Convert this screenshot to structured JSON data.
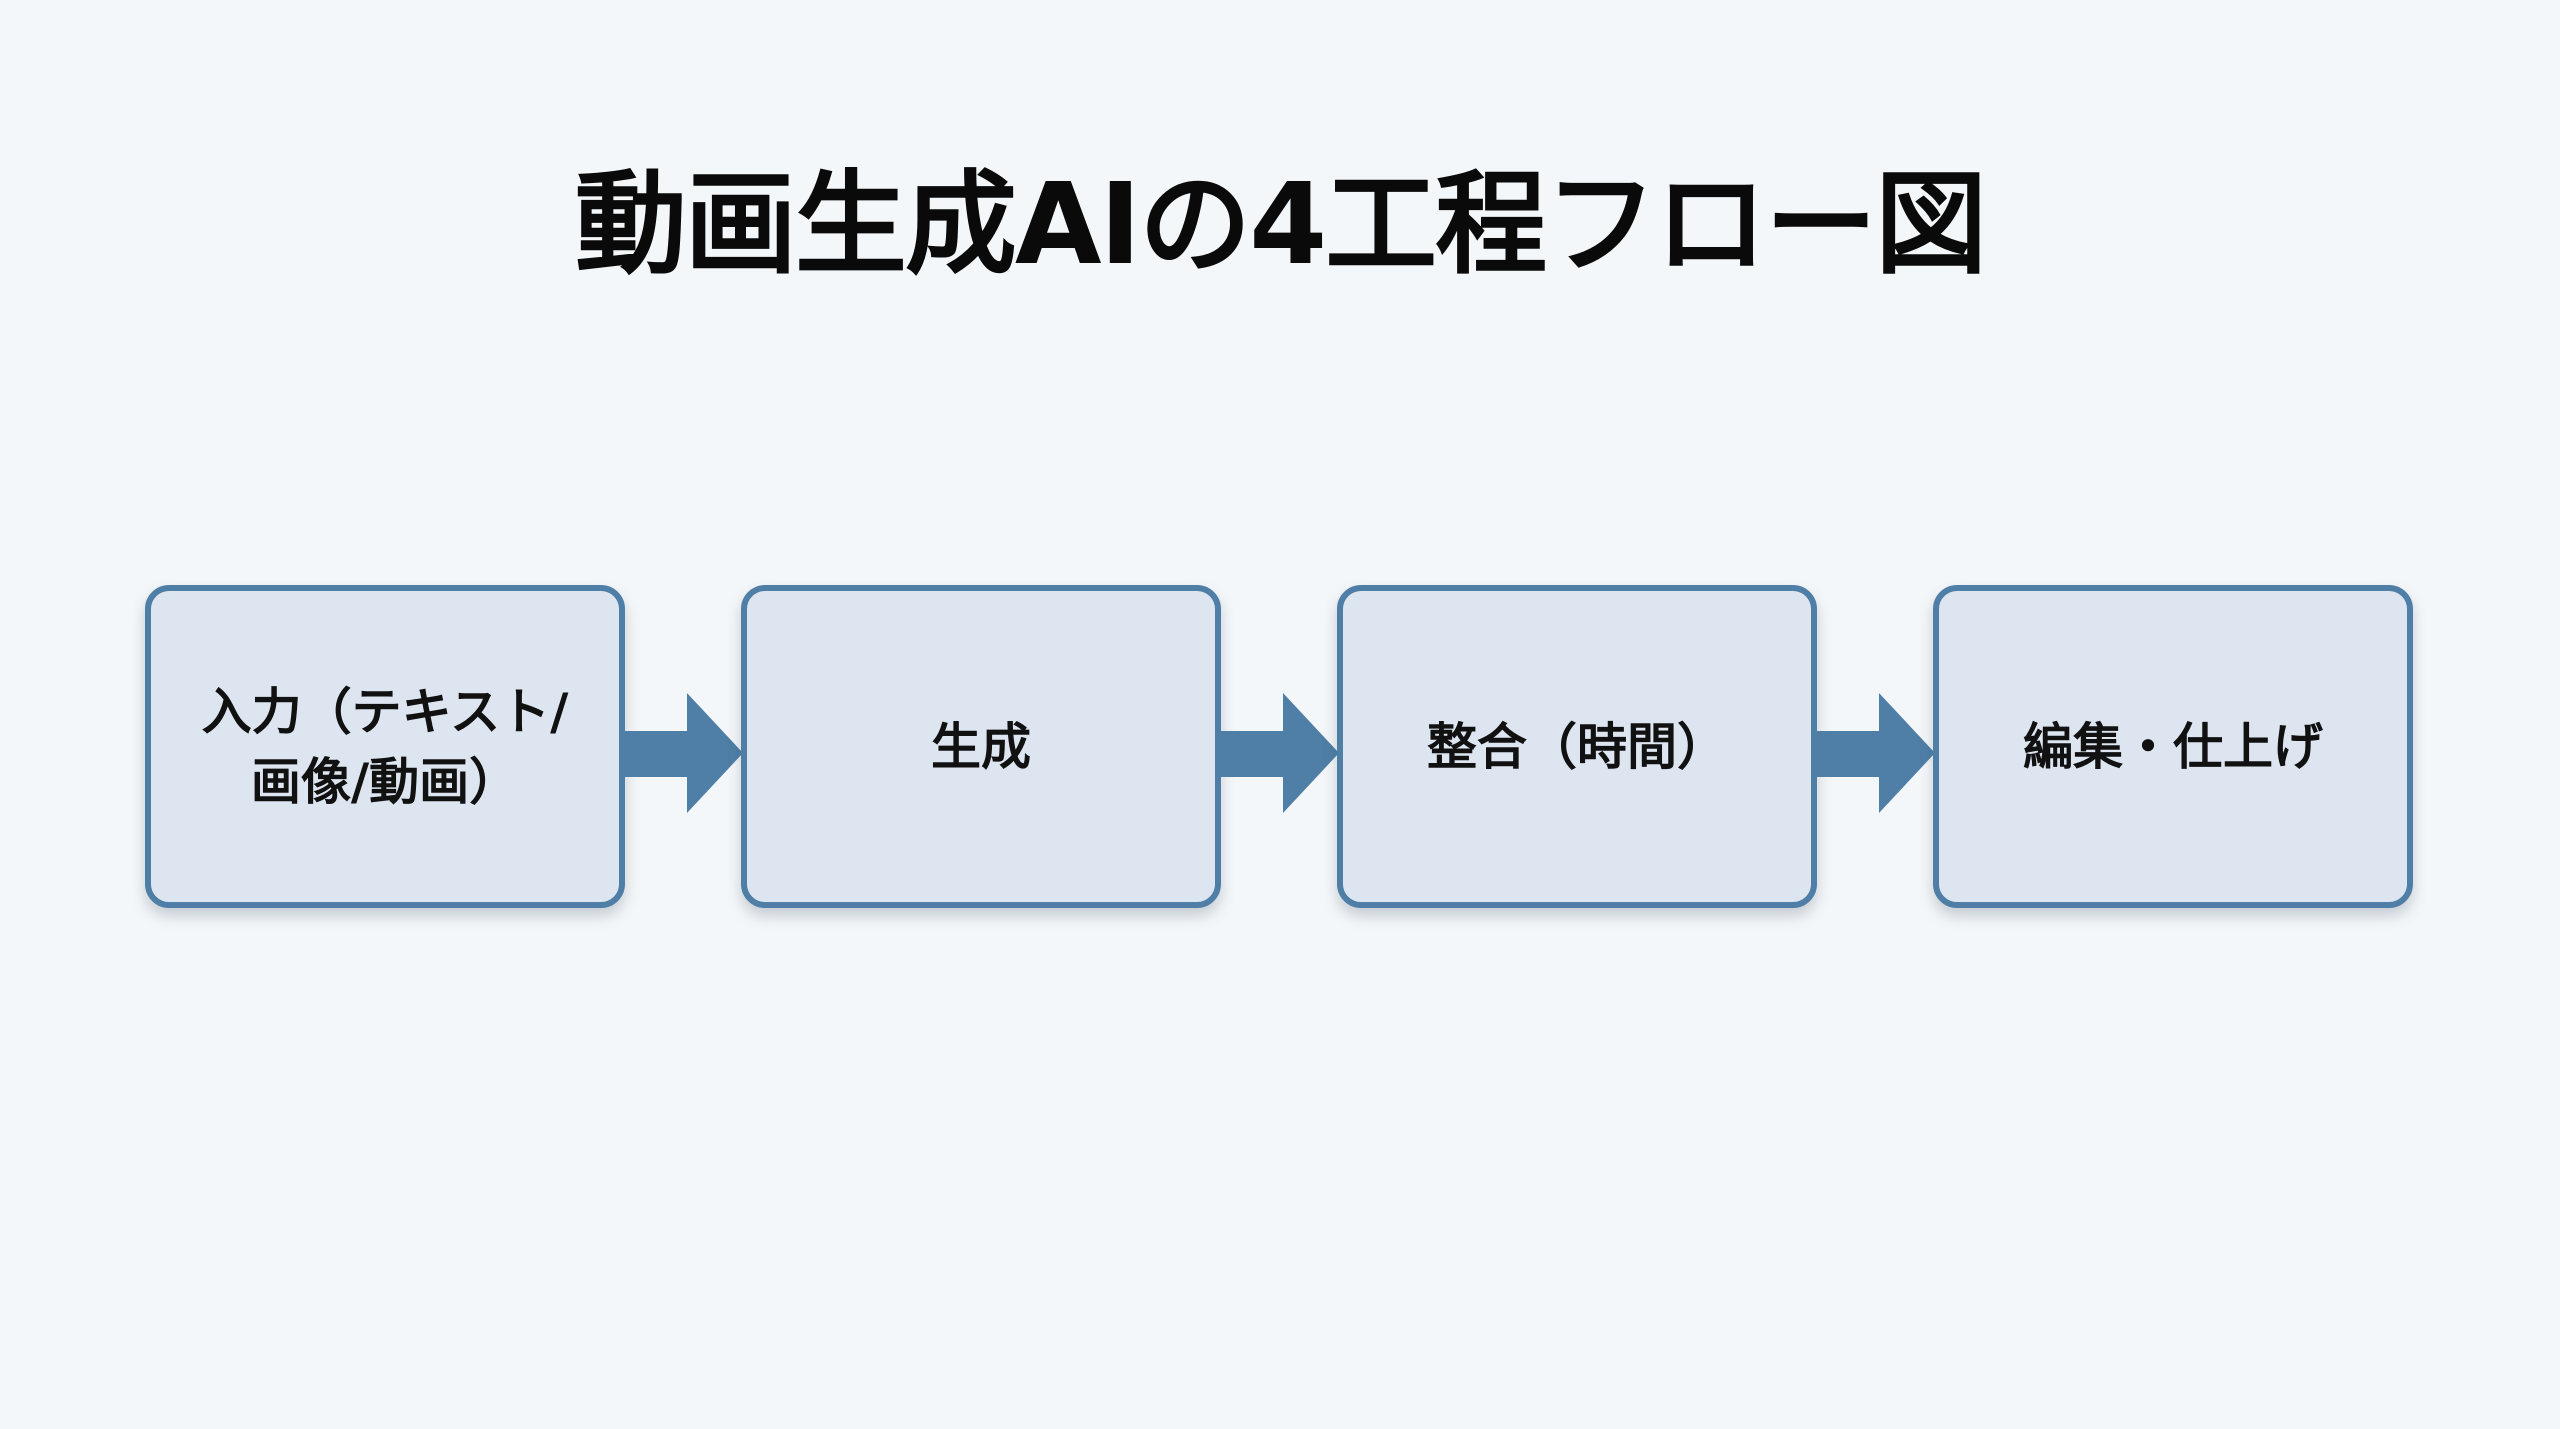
{
  "title": "動画生成AIの4工程フロー図",
  "colors": {
    "background": "#f4f7f9",
    "box_fill": "#dde6f0",
    "box_border": "#4f7ea6",
    "arrow": "#4f7ea6",
    "text": "#111111"
  },
  "steps": [
    {
      "label": "入力（テキスト/\n画像/動画）"
    },
    {
      "label": "生成"
    },
    {
      "label": "整合（時間）"
    },
    {
      "label": "編集・仕上げ"
    }
  ],
  "connectors": [
    {
      "from": 1,
      "to": 2,
      "icon": "right-arrow-icon"
    },
    {
      "from": 2,
      "to": 3,
      "icon": "right-arrow-icon"
    },
    {
      "from": 3,
      "to": 4,
      "icon": "right-arrow-icon"
    }
  ]
}
